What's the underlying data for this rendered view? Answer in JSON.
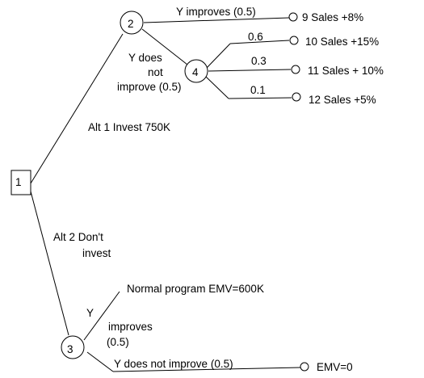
{
  "nodes": {
    "n1": "1",
    "n2": "2",
    "n3": "3",
    "n4": "4"
  },
  "edges": {
    "alt1": "Alt 1 Invest 750K",
    "alt2_line1": "Alt 2 Don't",
    "alt2_line2": "invest",
    "y_improves_top": "Y improves (0.5)",
    "y_not_line1": "Y does",
    "y_not_line2": "not",
    "y_not_line3": "improve (0.5)",
    "p06": "0.6",
    "p03": "0.3",
    "p01": "0.1",
    "y3_line1": "Y",
    "y3_line2": "improves",
    "y3_line3": "(0.5)",
    "y3_not": "Y does not improve (0.5)"
  },
  "outcomes": {
    "o9": "9 Sales +8%",
    "o10": "10 Sales +15%",
    "o11": "11 Sales + 10%",
    "o12": "12 Sales +5%",
    "normal": "Normal program EMV=600K",
    "emv0": "EMV=0"
  }
}
